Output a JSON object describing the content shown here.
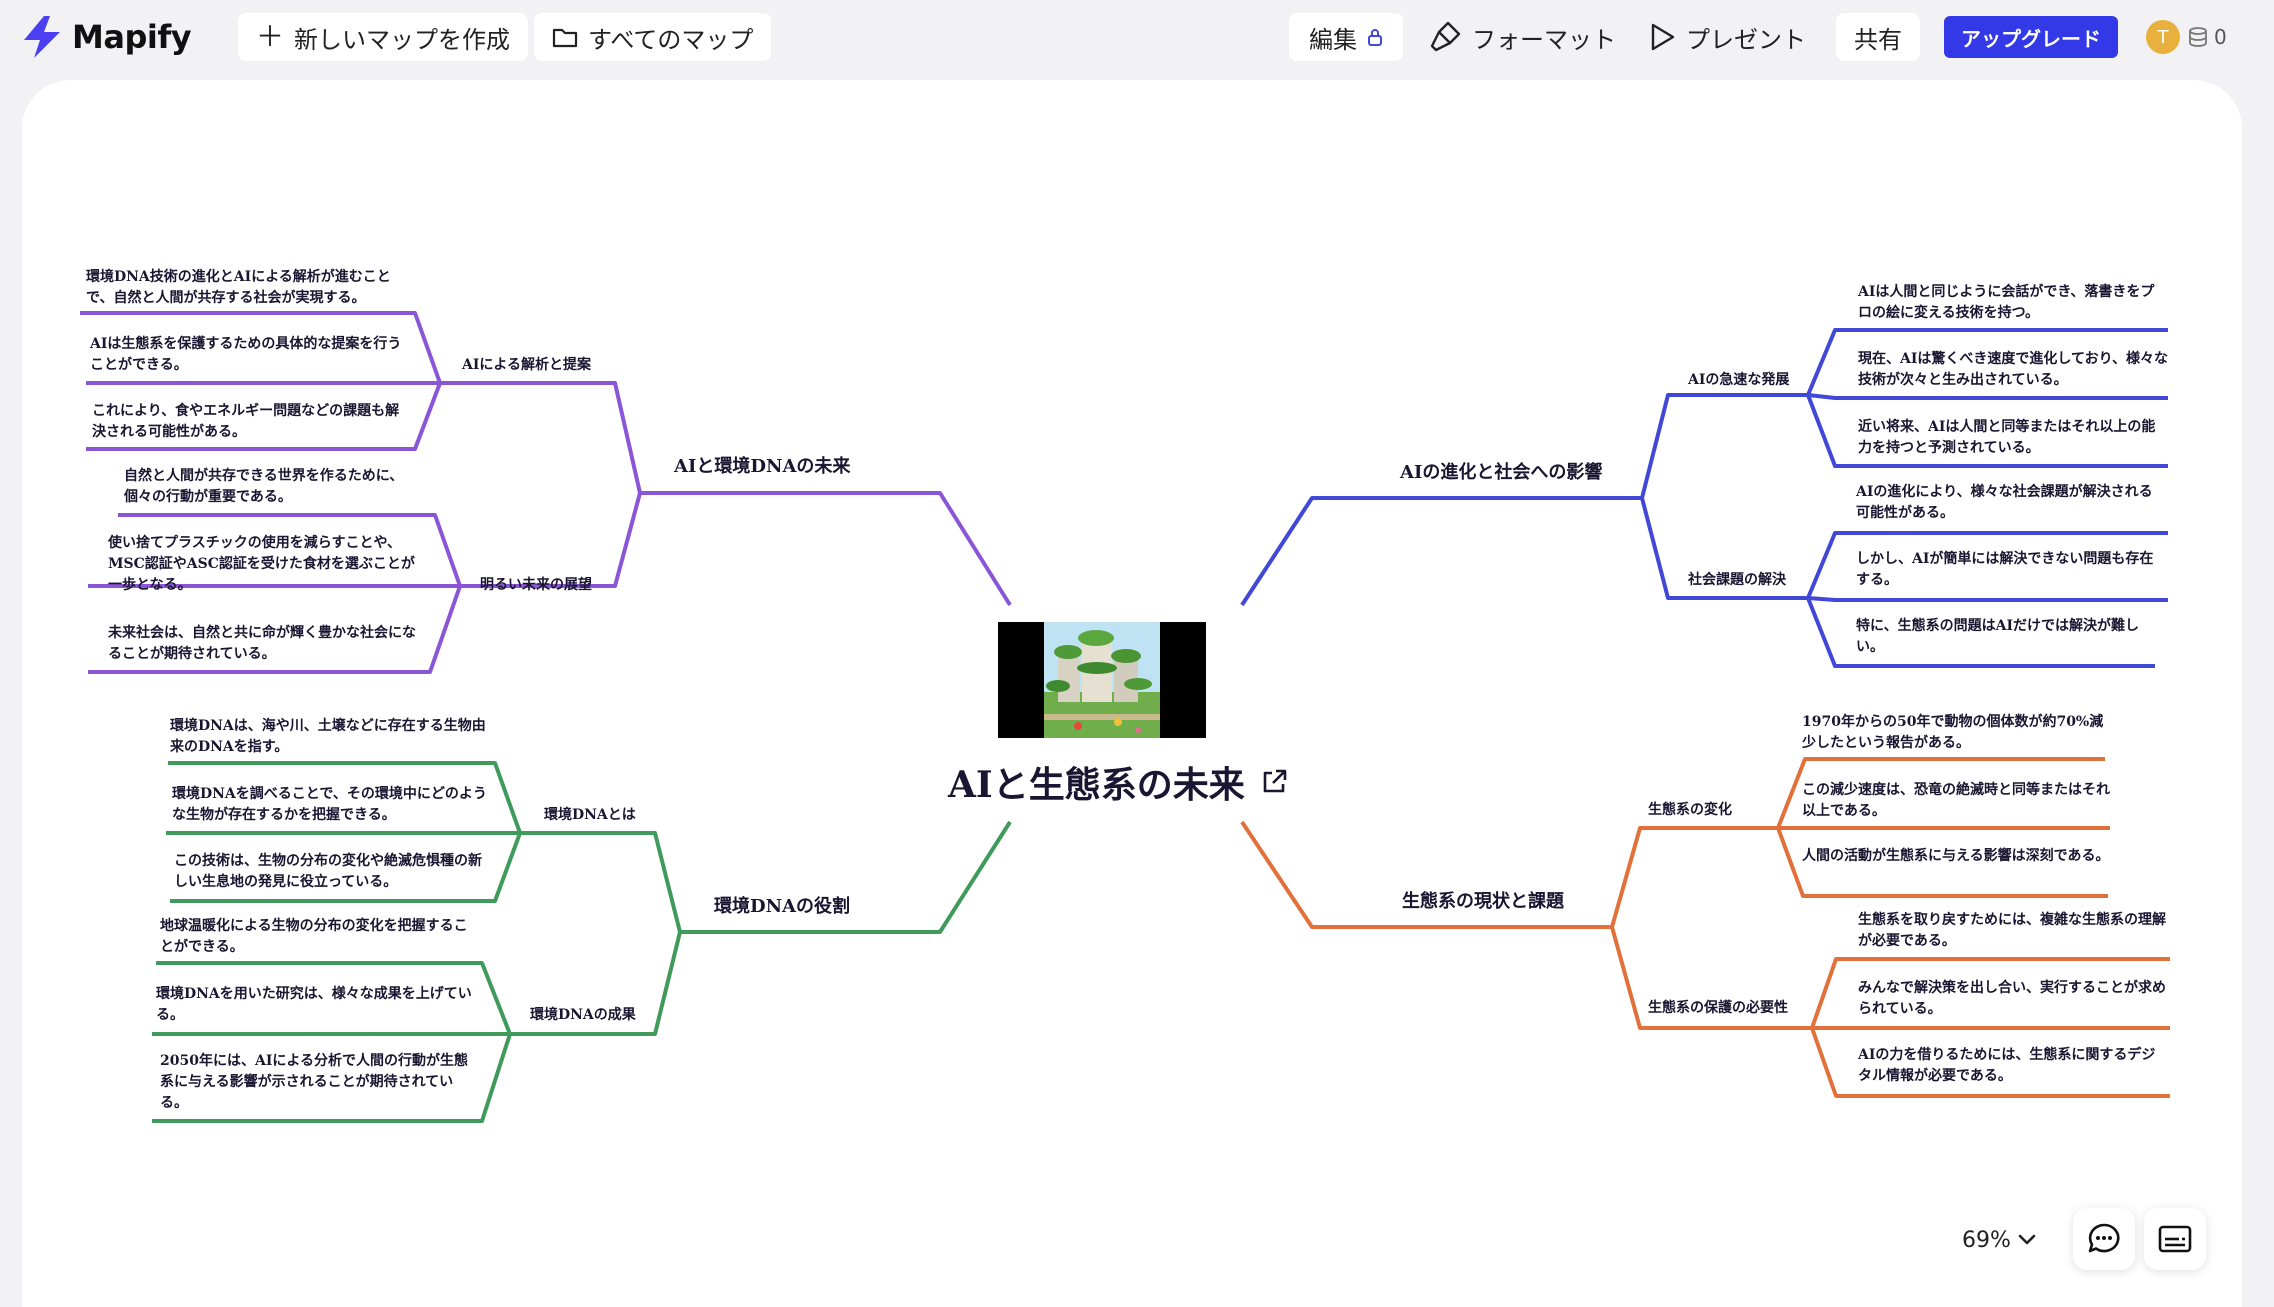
{
  "app": {
    "name": "Mapify"
  },
  "toolbar": {
    "new_map": "新しいマップを作成",
    "all_maps": "すべてのマップ",
    "edit": "編集",
    "format": "フォーマット",
    "present": "プレゼント",
    "share": "共有",
    "upgrade": "アップグレード",
    "avatar_initial": "T",
    "credits": "0"
  },
  "colors": {
    "purple": "#8a55d6",
    "blue": "#4148d8",
    "green": "#3f9a5c",
    "orange": "#e2703a",
    "brand": "#3339e6"
  },
  "map": {
    "center": "AIと生態系の未来",
    "branches": {
      "ai_edna_future": {
        "title": "AIと環境DNAの未来",
        "subs": [
          {
            "title": "AIによる解析と提案",
            "leaves": [
              "環境DNA技術の進化とAIによる解析が進むことで、自然と人間が共存する社会が実現する。",
              "AIは生態系を保護するための具体的な提案を行うことができる。",
              "これにより、食やエネルギー問題などの課題も解決される可能性がある。"
            ]
          },
          {
            "title": "明るい未来の展望",
            "leaves": [
              "自然と人間が共存できる世界を作るために、個々の行動が重要である。",
              "使い捨てプラスチックの使用を減らすことや、MSC認証やASC認証を受けた食材を選ぶことが一歩となる。",
              "未来社会は、自然と共に命が輝く豊かな社会になることが期待されている。"
            ]
          }
        ]
      },
      "ai_society": {
        "title": "AIの進化と社会への影響",
        "subs": [
          {
            "title": "AIの急速な発展",
            "leaves": [
              "AIは人間と同じように会話ができ、落書きをプロの絵に変える技術を持つ。",
              "現在、AIは驚くべき速度で進化しており、様々な技術が次々と生み出されている。",
              "近い将来、AIは人間と同等またはそれ以上の能力を持つと予測されている。"
            ]
          },
          {
            "title": "社会課題の解決",
            "leaves": [
              "AIの進化により、様々な社会課題が解決される可能性がある。",
              "しかし、AIが簡単には解決できない問題も存在する。",
              "特に、生態系の問題はAIだけでは解決が難しい。"
            ]
          }
        ]
      },
      "edna_role": {
        "title": "環境DNAの役割",
        "subs": [
          {
            "title": "環境DNAとは",
            "leaves": [
              "環境DNAは、海や川、土壌などに存在する生物由来のDNAを指す。",
              "環境DNAを調べることで、その環境中にどのような生物が存在するかを把握できる。",
              "この技術は、生物の分布の変化や絶滅危惧種の新しい生息地の発見に役立っている。"
            ]
          },
          {
            "title": "環境DNAの成果",
            "leaves": [
              "地球温暖化による生物の分布の変化を把握することができる。",
              "環境DNAを用いた研究は、様々な成果を上げている。",
              "2050年には、AIによる分析で人間の行動が生態系に与える影響が示されることが期待されている。"
            ]
          }
        ]
      },
      "ecosystem_issues": {
        "title": "生態系の現状と課題",
        "subs": [
          {
            "title": "生態系の変化",
            "leaves": [
              "1970年からの50年で動物の個体数が約70%減少したという報告がある。",
              "この減少速度は、恐竜の絶滅時と同等またはそれ以上である。",
              "人間の活動が生態系に与える影響は深刻である。"
            ]
          },
          {
            "title": "生態系の保護の必要性",
            "leaves": [
              "生態系を取り戻すためには、複雑な生態系の理解が必要である。",
              "みんなで解決策を出し合い、実行することが求められている。",
              "AIの力を借りるためには、生態系に関するデジタル情報が必要である。"
            ]
          }
        ]
      }
    }
  },
  "zoom": "69%"
}
